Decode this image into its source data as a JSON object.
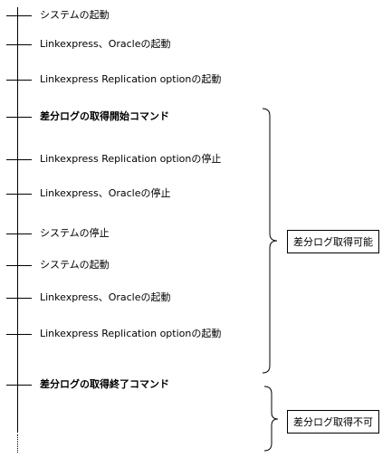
{
  "steps": [
    {
      "label": "システムの起動",
      "bold": false
    },
    {
      "label": "Linkexpress、Oracleの起動",
      "bold": false
    },
    {
      "label": "Linkexpress Replication optionの起動",
      "bold": false
    },
    {
      "label": "差分ログの取得開始コマンド",
      "bold": true
    },
    {
      "label": "Linkexpress Replication optionの停止",
      "bold": false
    },
    {
      "label": "Linkexpress、Oracleの停止",
      "bold": false
    },
    {
      "label": "システムの停止",
      "bold": false
    },
    {
      "label": "システムの起動",
      "bold": false
    },
    {
      "label": "Linkexpress、Oracleの起動",
      "bold": false
    },
    {
      "label": "Linkexpress Replication optionの起動",
      "bold": false
    },
    {
      "label": "差分ログの取得終了コマンド",
      "bold": true
    }
  ],
  "states": [
    {
      "label": "差分ログ取得可能"
    },
    {
      "label": "差分ログ取得不可"
    }
  ]
}
